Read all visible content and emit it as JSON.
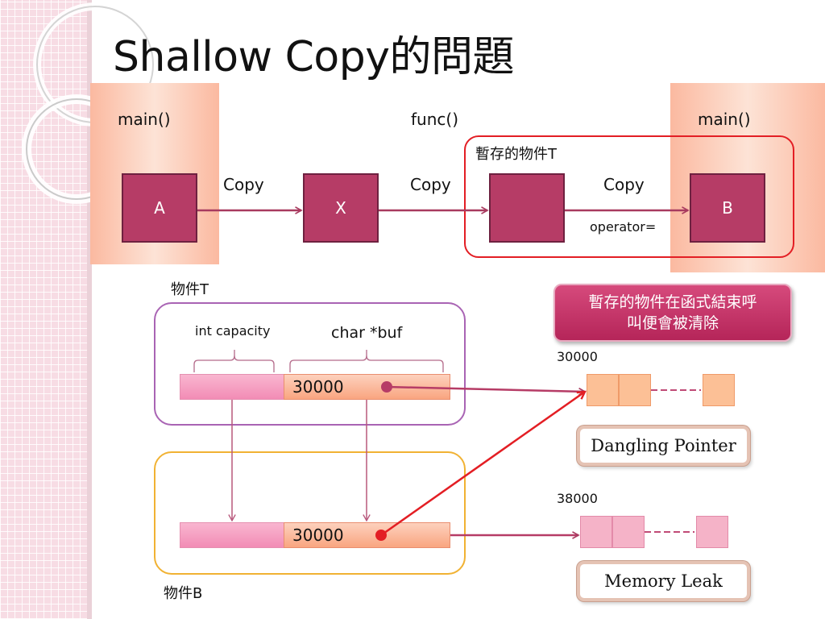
{
  "title": "Shallow Copy的問題",
  "top": {
    "left_scope": "main()",
    "middle_scope": "func()",
    "right_scope": "main()",
    "temp_object_label": "暫存的物件T",
    "box_a": "A",
    "box_x": "X",
    "box_temp": "",
    "box_b": "B",
    "copy_1": "Copy",
    "copy_2": "Copy",
    "copy_3": "Copy",
    "operator_label": "operator="
  },
  "object_t": {
    "label": "物件T",
    "int_label": "int capacity",
    "buf_label": "char *buf",
    "buf_value": "30000"
  },
  "object_b": {
    "label": "物件B",
    "buf_value": "30000"
  },
  "callout": {
    "line1": "暫存的物件在函式結束呼",
    "line2": "叫便會被清除"
  },
  "memory": {
    "addr_1": "30000",
    "addr_2": "38000",
    "dangling_label": "Dangling Pointer",
    "leak_label": "Memory Leak"
  },
  "colors": {
    "box_fill": "#b63c66",
    "arrow": "#a83a5f",
    "highlight_red": "#e31e24",
    "frame_purple": "#a964b4",
    "frame_orange": "#f1b233"
  }
}
